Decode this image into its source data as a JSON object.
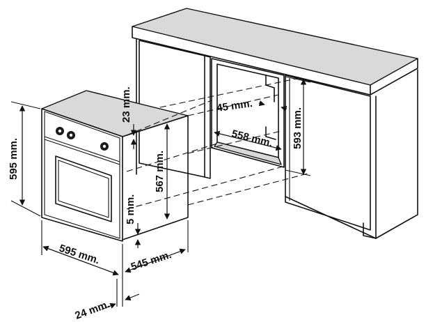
{
  "labels": {
    "oven_height": "595 mm.",
    "top_gap": "23 mm.",
    "inner_height": "567 mm.",
    "bottom_gap": "5 mm.",
    "oven_width": "595 mm.",
    "oven_depth": "545 mm.",
    "front_depth": "24 mm.",
    "side_clearance": "45 mm.",
    "niche_width": "558 mm.",
    "niche_height": "593 mm."
  }
}
